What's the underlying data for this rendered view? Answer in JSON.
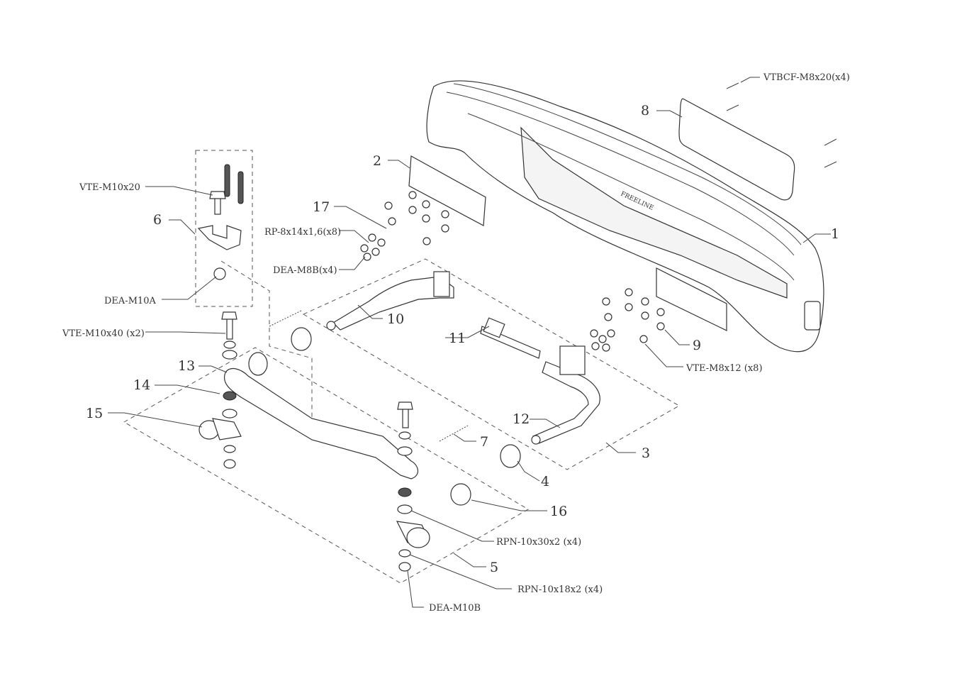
{
  "callouts": {
    "n1": "1",
    "n2": "2",
    "n3": "3",
    "n4": "4",
    "n5": "5",
    "n6": "6",
    "n7": "7",
    "n8": "8",
    "n9": "9",
    "n10": "10",
    "n11": "11",
    "n12": "12",
    "n13": "13",
    "n14": "14",
    "n15": "15",
    "n16": "16",
    "n17": "17"
  },
  "hardware": {
    "vtbcf": "VTBCF-M8x20(x4)",
    "vte_m10x20": "VTE-M10x20",
    "rp": "RP-8x14x1,6(x8)",
    "dea_m8b": "DEA-M8B(x4)",
    "dea_m10a": "DEA-M10A",
    "vte_m10x40": "VTE-M10x40 (x2)",
    "vte_m8x12": "VTE-M8x12 (x8)",
    "rpn_10x30": "RPN-10x30x2 (x4)",
    "rpn_10x18": "RPN-10x18x2 (x4)",
    "dea_m10b": "DEA-M10B"
  },
  "bumper_logo": "FREELINE"
}
